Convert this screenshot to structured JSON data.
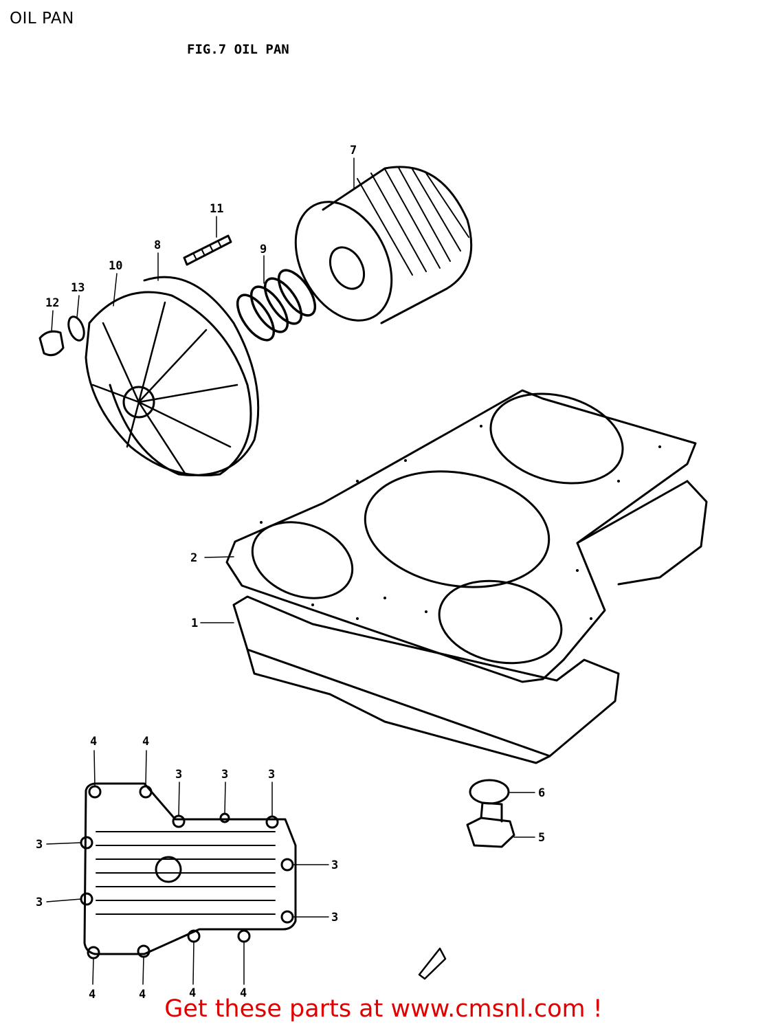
{
  "header": {
    "title": "OIL PAN"
  },
  "figure": {
    "caption": "FIG.7  OIL PAN"
  },
  "callouts": {
    "c1": "1",
    "c2": "2",
    "c3": "3",
    "c4": "4",
    "c5": "5",
    "c6": "6",
    "c7": "7",
    "c8": "8",
    "c9": "9",
    "c10": "10",
    "c11": "11",
    "c12": "12",
    "c13": "13"
  },
  "footer": {
    "prefix": "Get these parts at ",
    "url": "www.cmsnl.com",
    "suffix": " !",
    "color": "#e00000"
  }
}
